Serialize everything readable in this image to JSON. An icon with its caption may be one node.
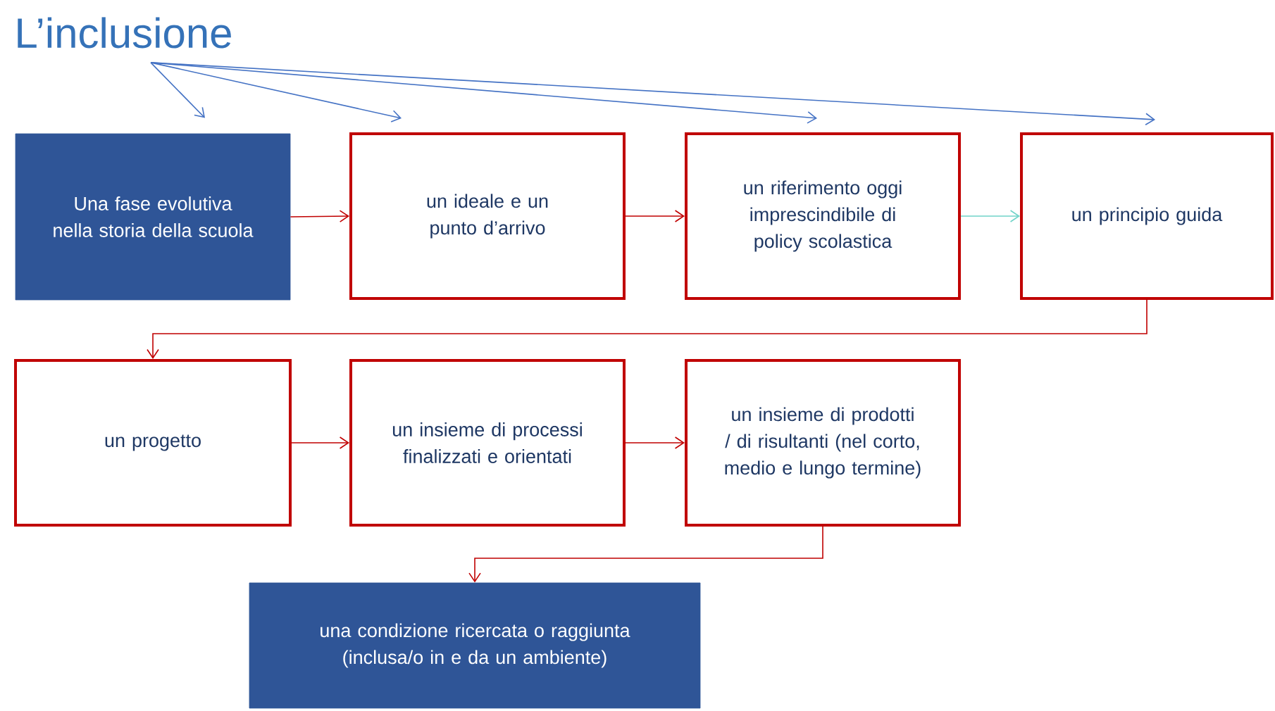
{
  "diagram": {
    "nodes": [
      {
        "text": [
          "L’inclusione"
        ]
      },
      {
        "text": [
          "Una fase  evolutiva nella storia della scuola"
        ]
      },
      {
        "text": [
          "un ideale e un punto d’arrivo"
        ]
      },
      {
        "text": [
          "un riferimento oggi imprescindibile di policy scolastica"
        ]
      },
      {
        "text": [
          "un principio guida"
        ]
      },
      {
        "text": [
          "un progetto"
        ]
      },
      {
        "text": [
          "un insieme di processi finalizzati e orientati"
        ]
      },
      {
        "text": [
          "un insieme di prodotti / di risultanti (nel corto, medio e lungo termine)"
        ]
      },
      {
        "text": [
          "una condizione ricercata o raggiunta (inclusa/o in e da un ambiente)"
        ]
      }
    ],
    "edges": [
      {
        "from": 0,
        "to": 1,
        "arrow": "to",
        "color": "#4472c4"
      },
      {
        "from": 0,
        "to": 2,
        "arrow": "to",
        "color": "#4472c4"
      },
      {
        "from": 0,
        "to": 3,
        "arrow": "to",
        "color": "#4472c4"
      },
      {
        "from": 0,
        "to": 4,
        "arrow": "to",
        "color": "#4472c4"
      },
      {
        "from": 1,
        "to": 2,
        "arrow": "to"
      },
      {
        "from": 2,
        "to": 3,
        "arrow": "to"
      },
      {
        "from": 3,
        "to": 4,
        "arrow": "to",
        "color": "#6fd3c8"
      },
      {
        "from": 4,
        "to": 5,
        "arrow": "to"
      },
      {
        "from": 5,
        "to": 6,
        "arrow": "to"
      },
      {
        "from": 6,
        "to": 7,
        "arrow": "to"
      },
      {
        "from": 7,
        "to": 8,
        "arrow": "to"
      }
    ]
  }
}
